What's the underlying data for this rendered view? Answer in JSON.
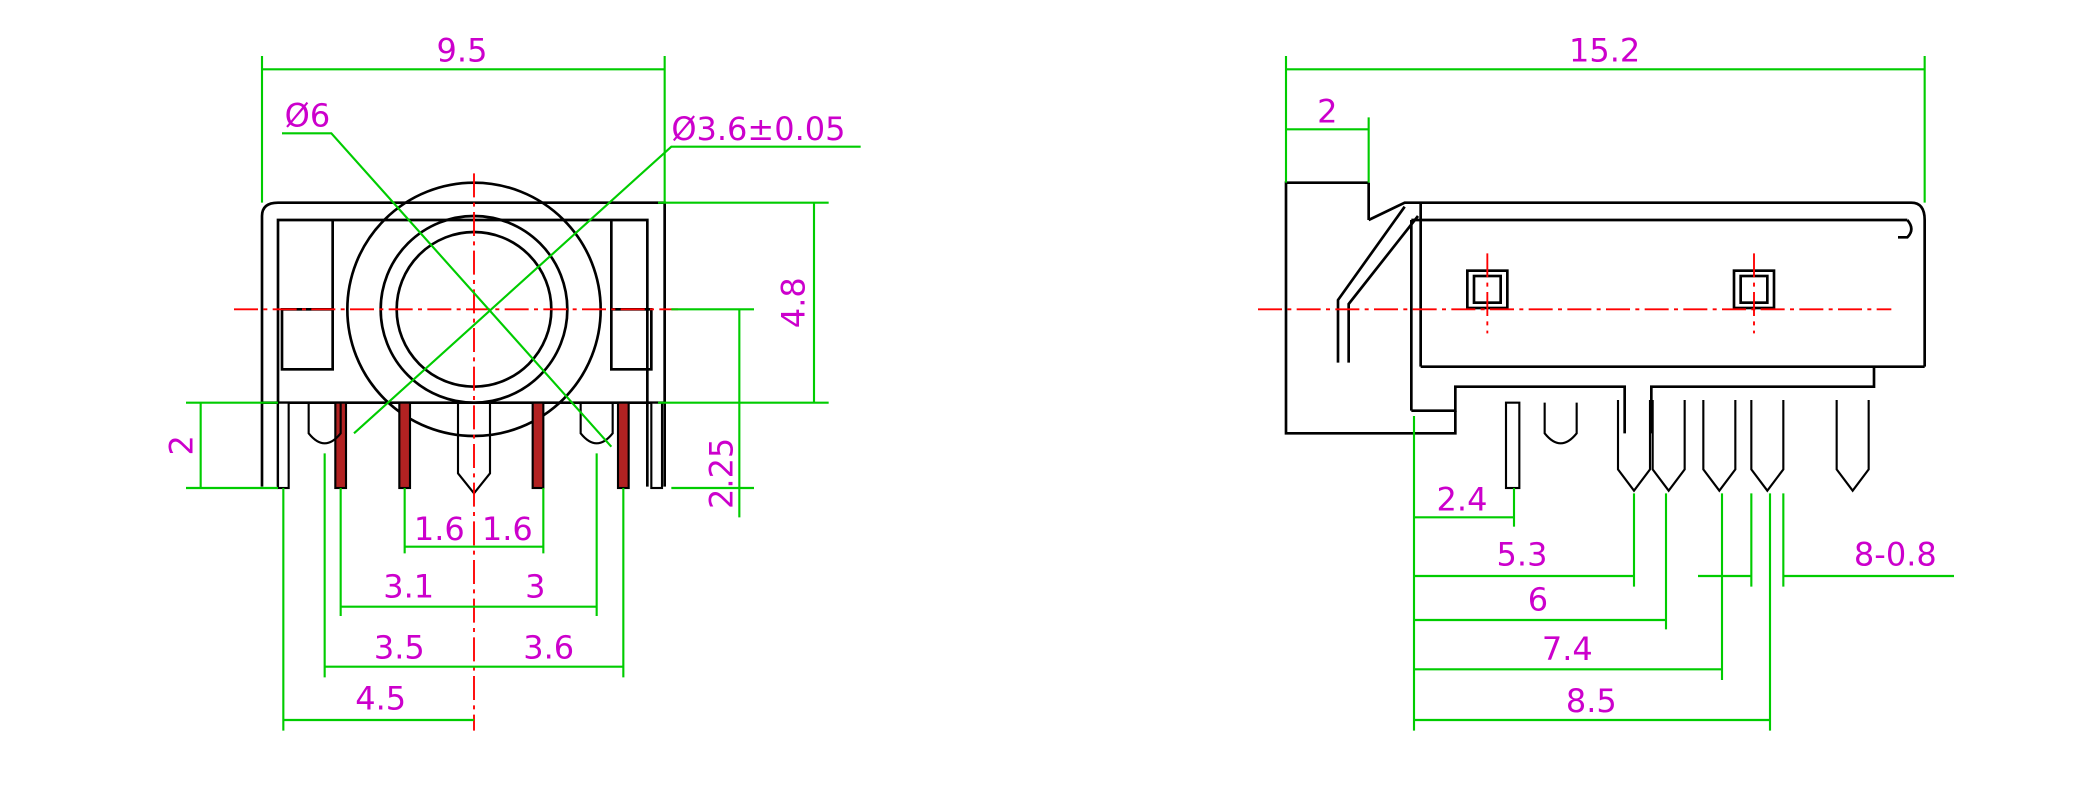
{
  "colors": {
    "outline": "#000000",
    "dimension_line": "#00cc00",
    "dimension_text": "#cc00cc",
    "centerline": "#ff0000",
    "pin_fill": "#b22222"
  },
  "front_view": {
    "width": "9.5",
    "outer_diameter": "Ø6",
    "inner_diameter": "Ø3.6±0.05",
    "body_height": "4.8",
    "pin_height": "2",
    "center_height": "2.25",
    "pin_pitch_left": "1.6",
    "pin_pitch_right": "1.6",
    "offset_left_3_1": "3.1",
    "offset_right_3": "3",
    "offset_left_3_5": "3.5",
    "offset_right_3_6": "3.6",
    "offset_left_4_5": "4.5"
  },
  "side_view": {
    "length": "15.2",
    "front_flange": "2",
    "pin_2_4": "2.4",
    "pin_5_3": "5.3",
    "pin_6": "6",
    "pin_7_4": "7.4",
    "pin_8_5": "8.5",
    "pin_width": "8-0.8"
  }
}
